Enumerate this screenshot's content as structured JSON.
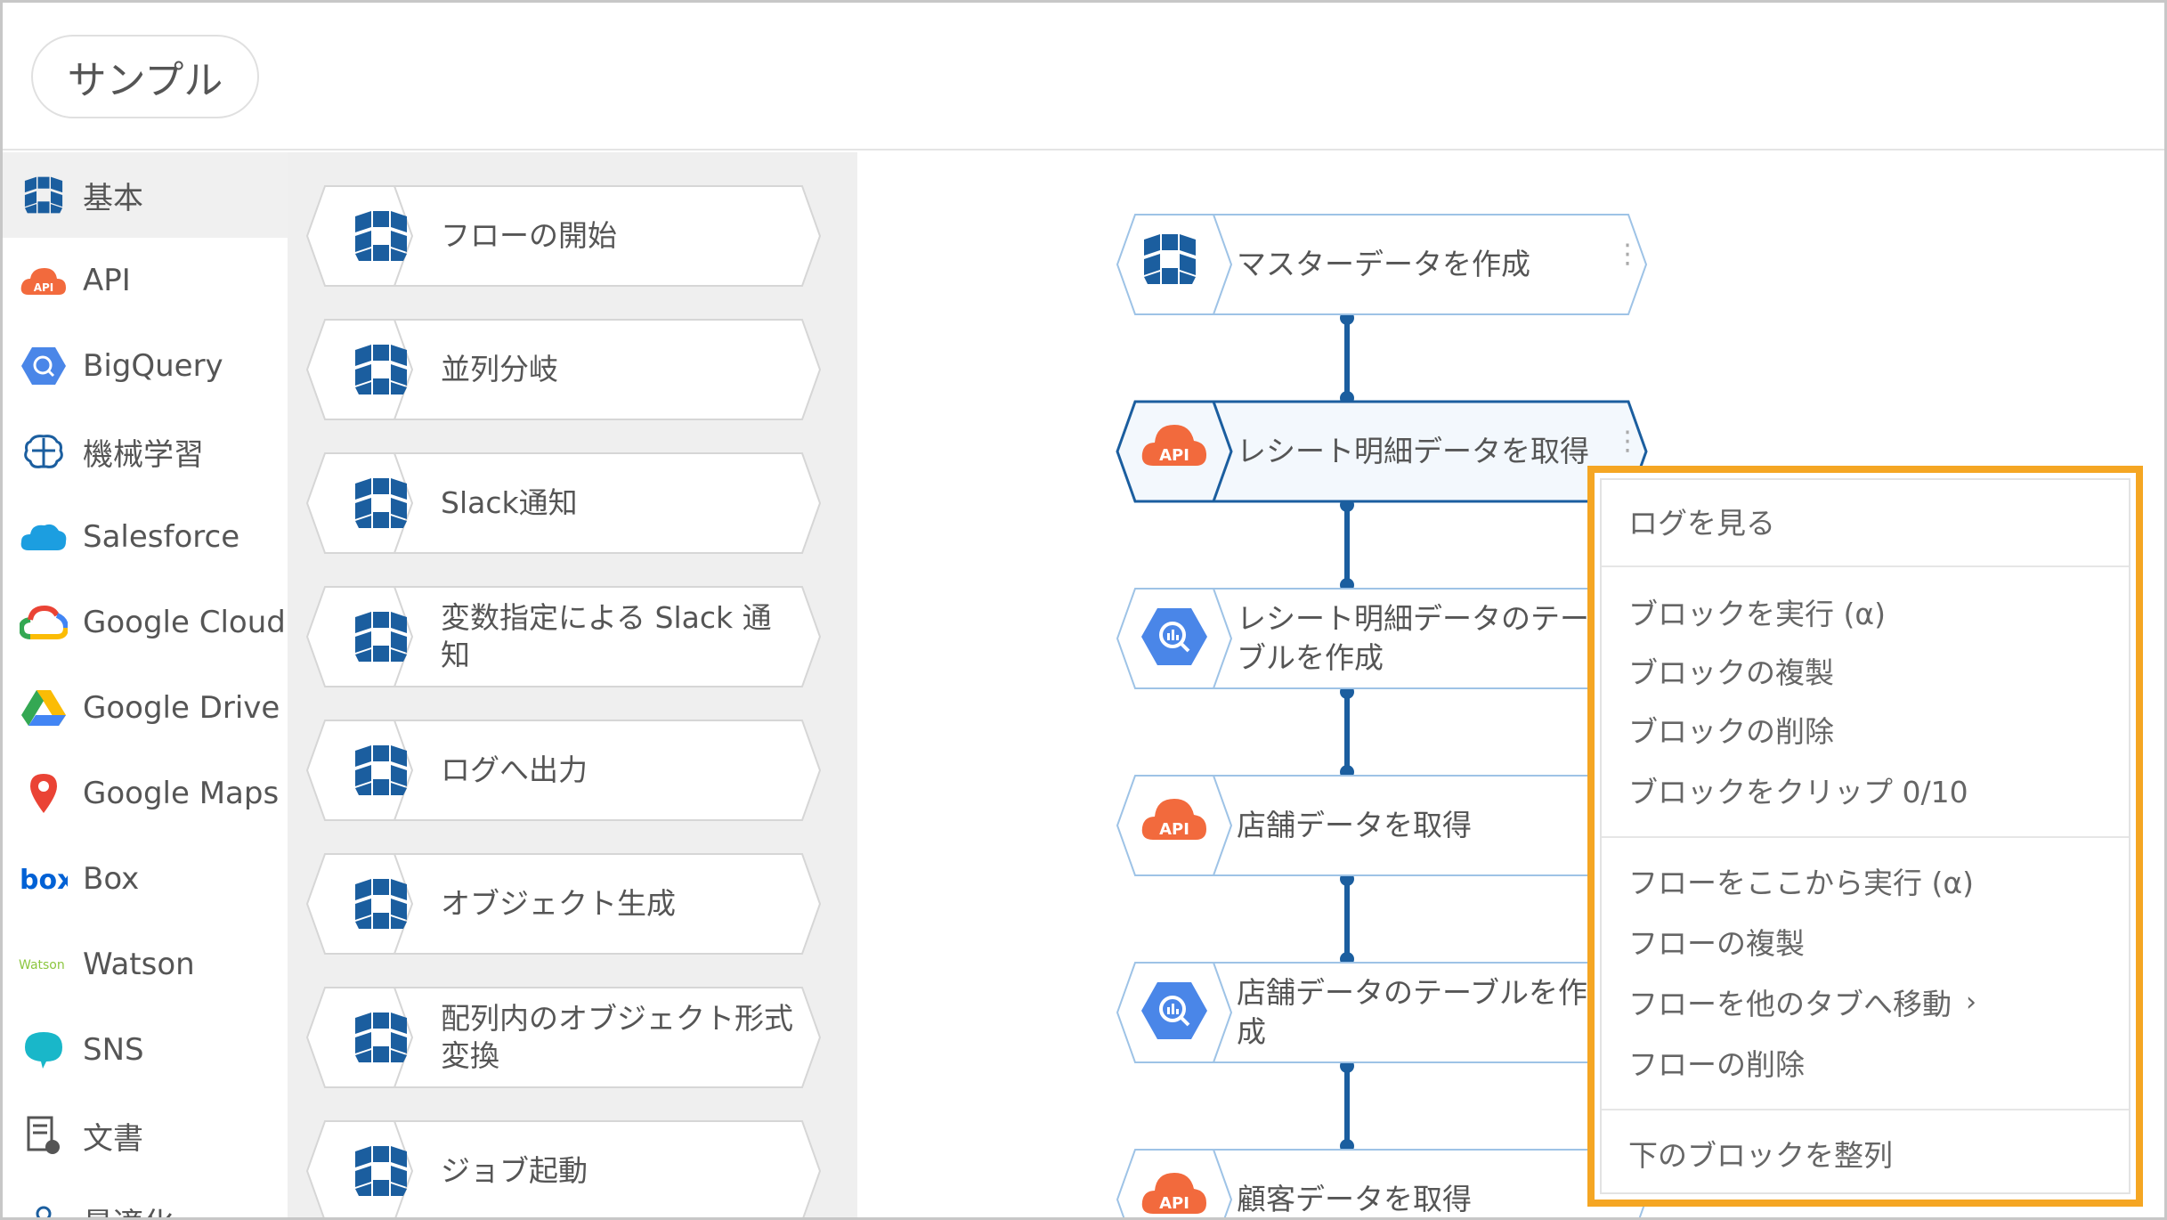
{
  "header": {
    "tab_label": "サンプル"
  },
  "categories": [
    {
      "label": "基本",
      "icon": "cube-icon",
      "active": true
    },
    {
      "label": "API",
      "icon": "api-cloud-icon"
    },
    {
      "label": "BigQuery",
      "icon": "bigquery-icon"
    },
    {
      "label": "機械学習",
      "icon": "brain-icon"
    },
    {
      "label": "Salesforce",
      "icon": "salesforce-cloud-icon"
    },
    {
      "label": "Google Cloud",
      "icon": "google-cloud-icon"
    },
    {
      "label": "Google Drive",
      "icon": "google-drive-icon"
    },
    {
      "label": "Google Maps",
      "icon": "map-pin-icon"
    },
    {
      "label": "Box",
      "icon": "box-logo-icon"
    },
    {
      "label": "Watson",
      "icon": "watson-logo-icon"
    },
    {
      "label": "SNS",
      "icon": "chat-bubble-icon"
    },
    {
      "label": "文書",
      "icon": "document-icon"
    },
    {
      "label": "最適化",
      "icon": "optimize-icon"
    }
  ],
  "palette": [
    {
      "label": "フローの開始"
    },
    {
      "label": "並列分岐"
    },
    {
      "label": "Slack通知"
    },
    {
      "label": "変数指定による Slack 通知"
    },
    {
      "label": "ログへ出力"
    },
    {
      "label": "オブジェクト生成"
    },
    {
      "label": "配列内のオブジェクト形式\n変換"
    },
    {
      "label": "ジョブ起動"
    }
  ],
  "flow": [
    {
      "label": "マスターデータを作成",
      "icon": "cube-icon"
    },
    {
      "label": "レシート明細データを取得",
      "icon": "api-cloud-icon",
      "selected": true
    },
    {
      "label": "レシート明細データのテー\nブルを作成",
      "icon": "bigquery-icon"
    },
    {
      "label": "店舗データを取得",
      "icon": "api-cloud-icon"
    },
    {
      "label": "店舗データのテーブルを作\n成",
      "icon": "bigquery-icon"
    },
    {
      "label": "顧客データを取得",
      "icon": "api-cloud-icon"
    }
  ],
  "context_menu": {
    "view_log": "ログを見る",
    "run_block": "ブロックを実行 (α)",
    "duplicate_block": "ブロックの複製",
    "delete_block": "ブロックの削除",
    "clip_block": "ブロックをクリップ 0/10",
    "run_flow_from_here": "フローをここから実行 (α)",
    "duplicate_flow": "フローの複製",
    "move_flow_to_tab": "フローを他のタブへ移動",
    "delete_flow": "フローの削除",
    "align_blocks_below": "下のブロックを整列"
  },
  "colors": {
    "accent_blue": "#1b5e9f",
    "api_orange": "#f26a3d",
    "bigquery_blue": "#4a86e8",
    "highlight_orange": "#f5a623"
  }
}
